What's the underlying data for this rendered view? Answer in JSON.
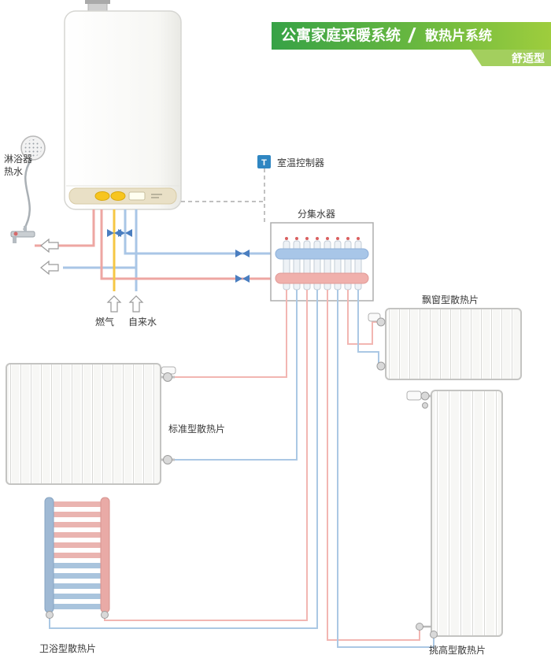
{
  "banner": {
    "title1": "公寓家庭采暖系统",
    "separator": "/",
    "title2": "散热片系统",
    "subtitle": "舒适型",
    "color_dark_green": "#37a246",
    "color_light_green": "#9ecd3d"
  },
  "boiler_area": {
    "shower_label_line1": "淋浴器",
    "shower_label_line2": "热水",
    "gas_label": "燃气",
    "tap_water_label": "自来水"
  },
  "control": {
    "thermostat_label": "室温控制器",
    "thermostat_icon": "T"
  },
  "manifold": {
    "label": "分集水器"
  },
  "radiators": {
    "standard": "标准型散热片",
    "bay_window": "飘窗型散热片",
    "tall": "挑高型散热片",
    "bathroom": "卫浴型散热片"
  },
  "colors": {
    "hot_pipe": "#eea6a2",
    "hot_pipe_light": "#f2b6b2",
    "cold_pipe": "#a9c6e6",
    "cold_pipe_light": "#abc8e4",
    "gas_pipe": "#f6c744",
    "valve_blue": "#4a7ec0",
    "thermostat_blue": "#2f86c2"
  }
}
